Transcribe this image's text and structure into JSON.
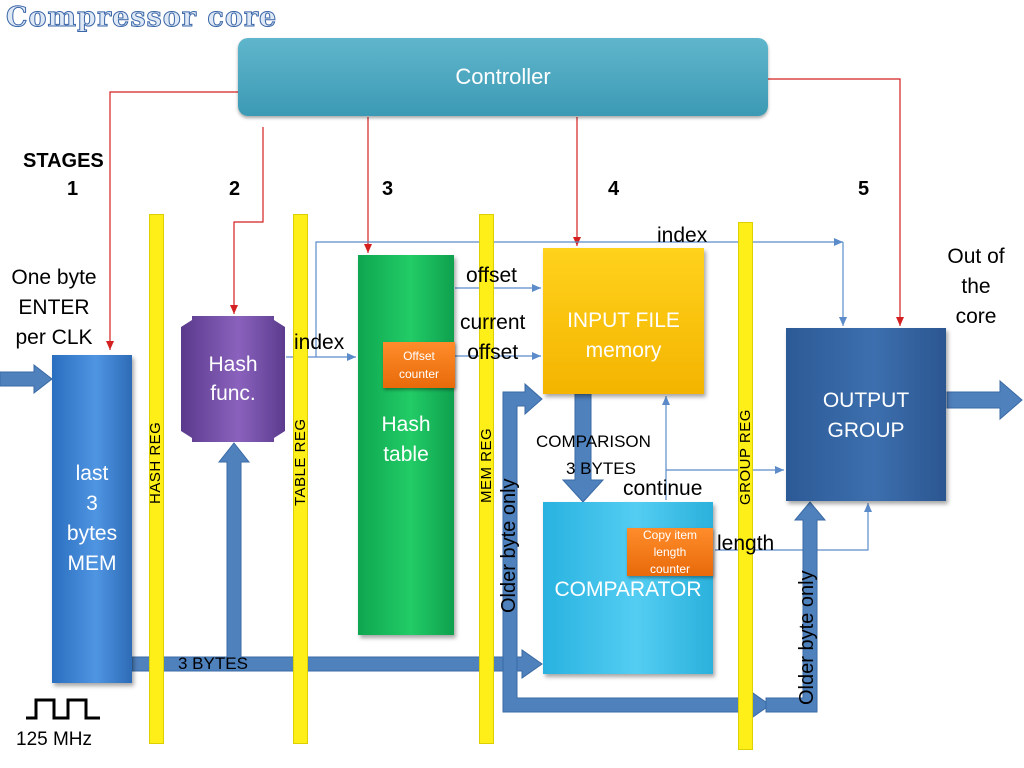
{
  "title": "Compressor core",
  "controller": {
    "label": "Controller"
  },
  "stages": {
    "heading": "STAGES",
    "numbers": [
      "1",
      "2",
      "3",
      "4",
      "5"
    ]
  },
  "registers": [
    "HASH  REG",
    "TABLE  REG",
    "MEM  REG",
    "GROUP  REG"
  ],
  "blocks": {
    "mem": [
      "last",
      "3",
      "bytes",
      "MEM"
    ],
    "hash_func": [
      "Hash",
      "func."
    ],
    "hash_table": [
      "Hash",
      "table"
    ],
    "input_file": [
      "INPUT FILE",
      "memory"
    ],
    "comparator": "COMPARATOR",
    "output_group": [
      "OUTPUT",
      "GROUP"
    ],
    "offset_counter": [
      "Offset",
      "counter"
    ],
    "copy_counter": [
      "Copy item",
      "length",
      "counter"
    ]
  },
  "labels": {
    "input": [
      "One byte",
      "ENTER",
      "per CLK"
    ],
    "output": [
      "Out of",
      "the",
      "core"
    ],
    "index_top": "index",
    "index_table": "index",
    "offset": "offset",
    "current_offset": [
      "current",
      "offset"
    ],
    "comparison": [
      "COMPARISON",
      "3 BYTES"
    ],
    "continue": "continue",
    "length": "length",
    "three_bytes": "3 BYTES",
    "older_byte_1": "Older byte only",
    "older_byte_2": "Older byte only",
    "clock": "125 MHz"
  },
  "colors": {
    "title": "#3a66a8",
    "controller": "#4aa7c0",
    "mem": "#3a82d4",
    "hash_func": "#7651a8",
    "hash_table": "#19b85a",
    "input_file": "#fcc40c",
    "comparator": "#3ec0ea",
    "output_group": "#34629f",
    "counter": "#f57c1a",
    "register": "#ffef18",
    "bus": "#4f81bd",
    "control_line": "#d42020",
    "data_line": "#5b8bc9"
  }
}
